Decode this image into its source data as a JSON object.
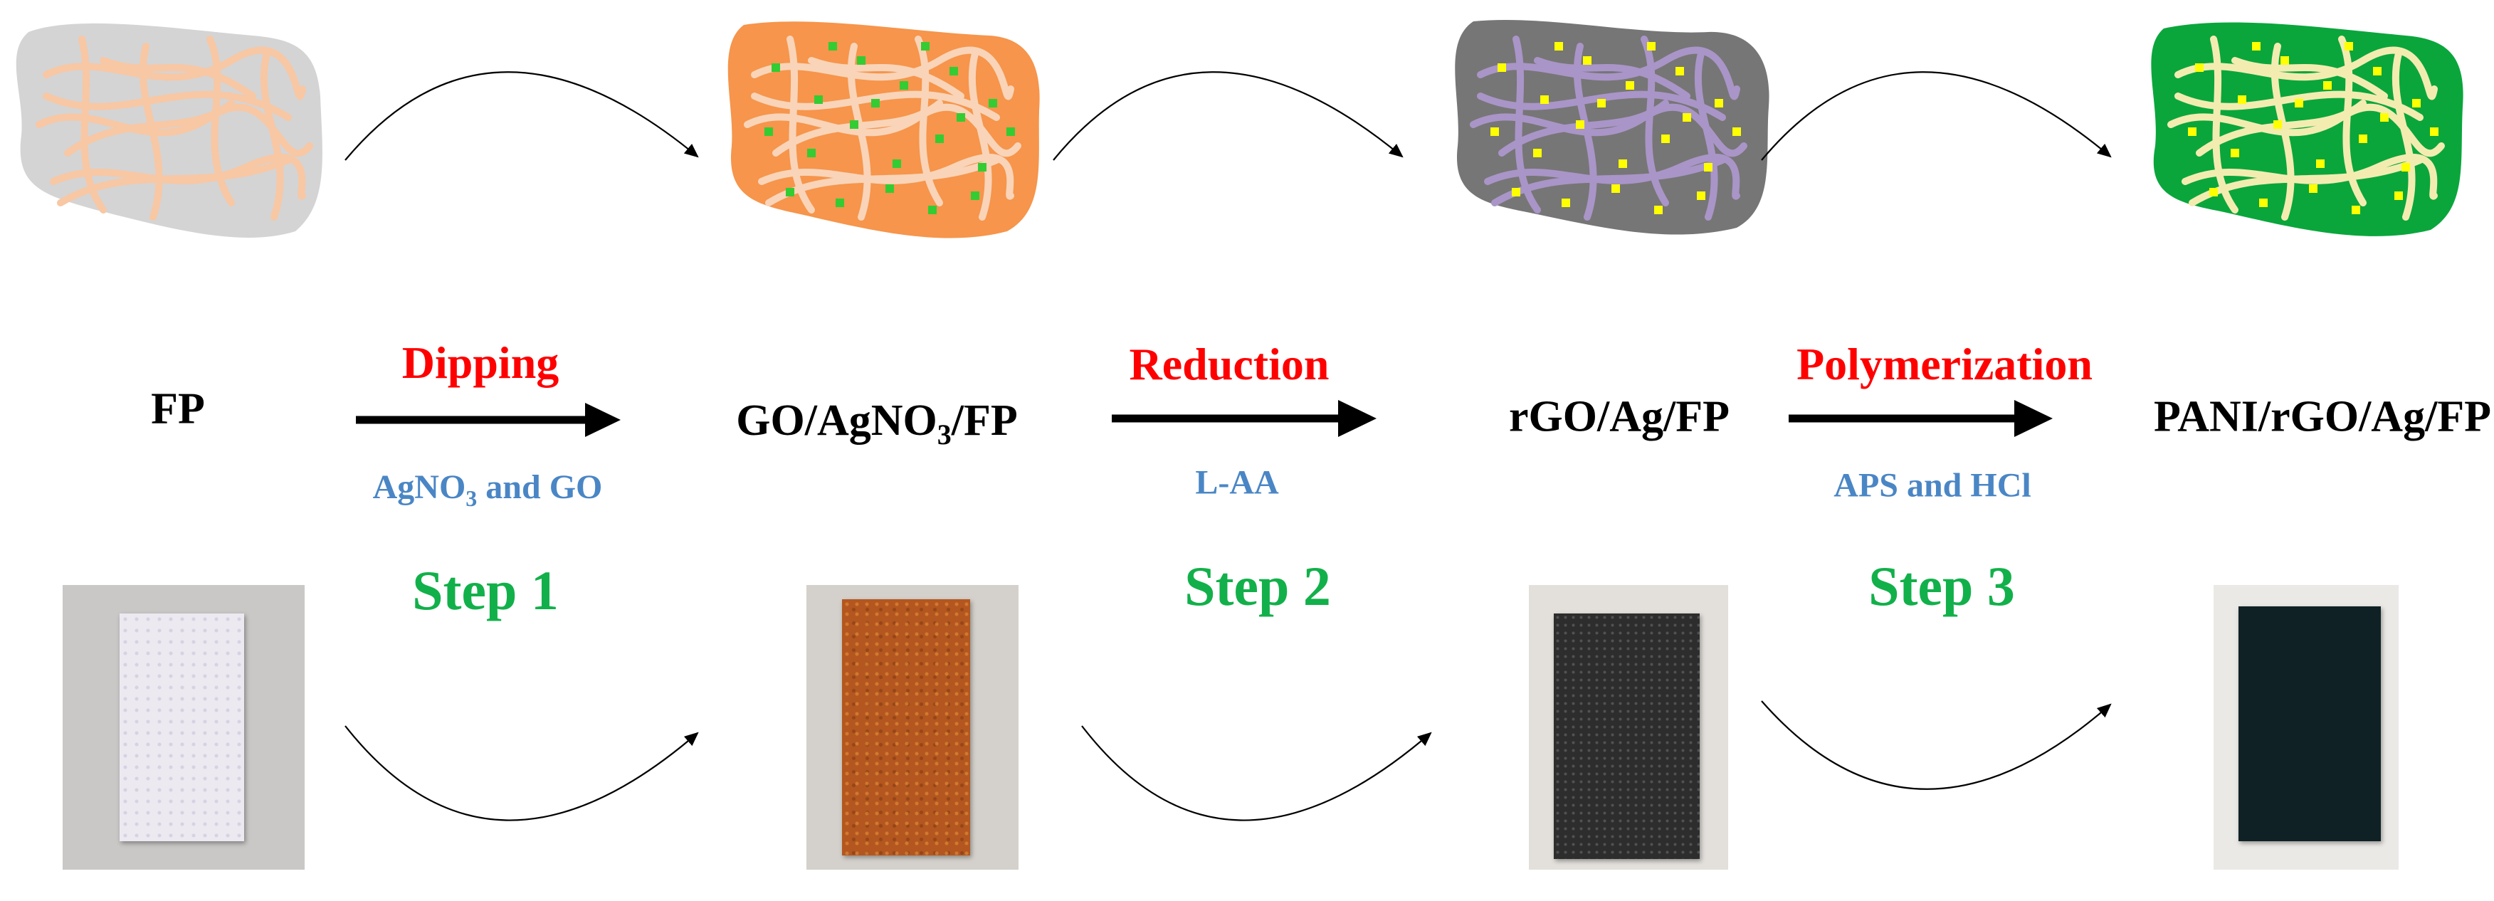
{
  "samples": [
    {
      "id": "fp",
      "label": "FP",
      "material": "#d4d4d4",
      "fibers": "#f8c7a4",
      "dots": ""
    },
    {
      "id": "go-agno3-fp",
      "label": "GO/AgNO",
      "label_sub": "3",
      "label_tail": "/FP",
      "material": "#f6954b",
      "fibers": "#f9d4b8",
      "dots": "#33cc33"
    },
    {
      "id": "rgo-ag-fp",
      "label": "rGO/Ag/FP",
      "material": "#767676",
      "fibers": "#a995c7",
      "dots": "#ffff00"
    },
    {
      "id": "pani-rgo-ag-fp",
      "label": "PANI/rGO/Ag/FP",
      "material": "#0aa63c",
      "fibers": "#f3ecb0",
      "dots": "#ffff00"
    }
  ],
  "steps": [
    {
      "process": "Dipping",
      "reagent": "AgNO",
      "reagent_sub": "3",
      "reagent_tail": " and GO",
      "step": "Step 1"
    },
    {
      "process": "Reduction",
      "reagent": "L-AA",
      "step": "Step 2"
    },
    {
      "process": "Polymerization",
      "reagent": "APS and HCl",
      "step": "Step 3"
    }
  ],
  "photos": [
    {
      "background": "#c9c8c6",
      "card": "#ece9f1"
    },
    {
      "background": "#d4d1cc",
      "card": "#b4561f"
    },
    {
      "background": "#e3e0dc",
      "card": "#2d2d2d"
    },
    {
      "background": "#ebe9e6",
      "card": "#0f2124"
    }
  ],
  "colors": {
    "process": "#ff0000",
    "reagent": "#4a86c5",
    "step": "#12b04a",
    "arrow": "#000000"
  }
}
